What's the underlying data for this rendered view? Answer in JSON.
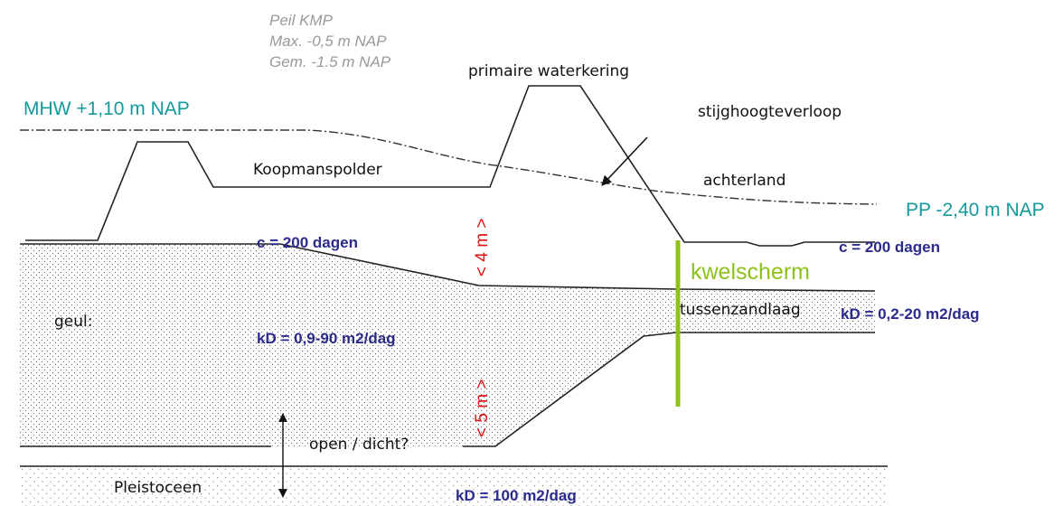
{
  "peil": {
    "line1": "Peil KMP",
    "line2": "Max. -0,5 m NAP",
    "line3": "Gem. -1.5 m NAP"
  },
  "levels": {
    "mhw": "MHW +1,10 m NAP",
    "pp": "PP -2,40 m NAP"
  },
  "labels": {
    "primaire_waterkering": "primaire waterkering",
    "stijghoogteverloop": "stijghoogteverloop",
    "koopmanspolder": "Koopmanspolder",
    "achterland": "achterland",
    "geul": "geul:",
    "tussenzandlaag": "tussenzandlaag",
    "open_dicht": "open / dicht?",
    "pleistoceen": "Pleistoceen"
  },
  "parameters": {
    "c_left": "c = 200 dagen",
    "c_right": "c = 200 dagen",
    "kd_geul": "kD = 0,9-90 m2/dag",
    "kd_tussen": "kD = 0,2-20 m2/dag",
    "kd_pleistoceen": "kD = 100 m2/dag"
  },
  "kwelscherm": "kwelscherm",
  "dimensions": {
    "upper": "< 4 m >",
    "lower": "< 5 m >"
  },
  "colors": {
    "teal": "#14999c",
    "blue": "#2b2b8c",
    "green": "#8ec21b",
    "red": "#e01010",
    "grey": "#9a9a9a"
  }
}
